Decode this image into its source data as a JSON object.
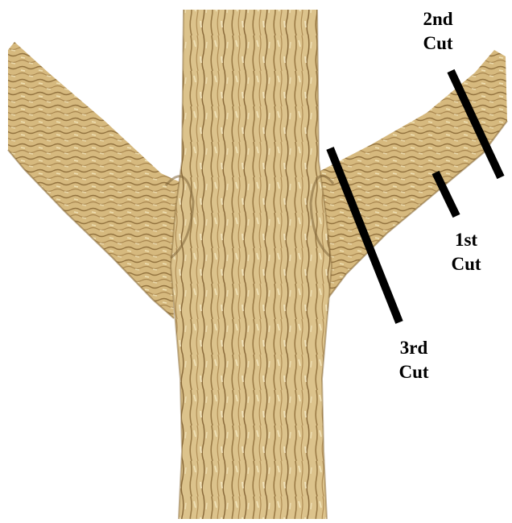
{
  "colors": {
    "bark_light": "#e2cc95",
    "bark_mid": "#c9a868",
    "bark_dark": "#7d6236",
    "cut_line": "#000000"
  },
  "cuts": [
    {
      "id": "second",
      "line1": "2nd",
      "line2": "Cut"
    },
    {
      "id": "first",
      "line1": "1st",
      "line2": "Cut"
    },
    {
      "id": "third",
      "line1": "3rd",
      "line2": "Cut"
    }
  ]
}
